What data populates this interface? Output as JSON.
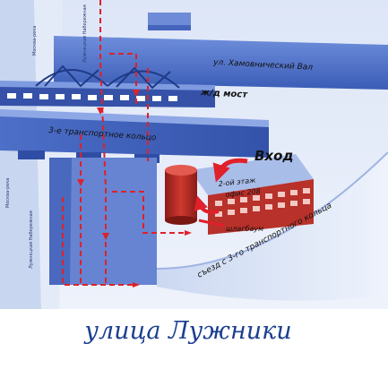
{
  "map": {
    "street_top": "ул. Хамовнический Вал",
    "bridge": "ж/д мост",
    "ring_road": "3-е транспортное кольцо",
    "entrance": "Вход",
    "building_floor": "2-ой этаж",
    "building_office": "офис 208",
    "barrier": "шлагбаум",
    "exit_ramp": "съезд с 3-го транспортного кольца",
    "side_top_1": "Москва-река",
    "side_top_2": "Лужнецкая Набережная",
    "side_left_1": "Москва-река",
    "side_left_2": "Лужнецкая Набережная"
  },
  "caption": "улица Лужники",
  "colors": {
    "road": "#3b5db8",
    "road_light": "#5c7fd0",
    "route": "#e0202a",
    "caption": "#1b3f8f",
    "building": "#c8352d"
  }
}
